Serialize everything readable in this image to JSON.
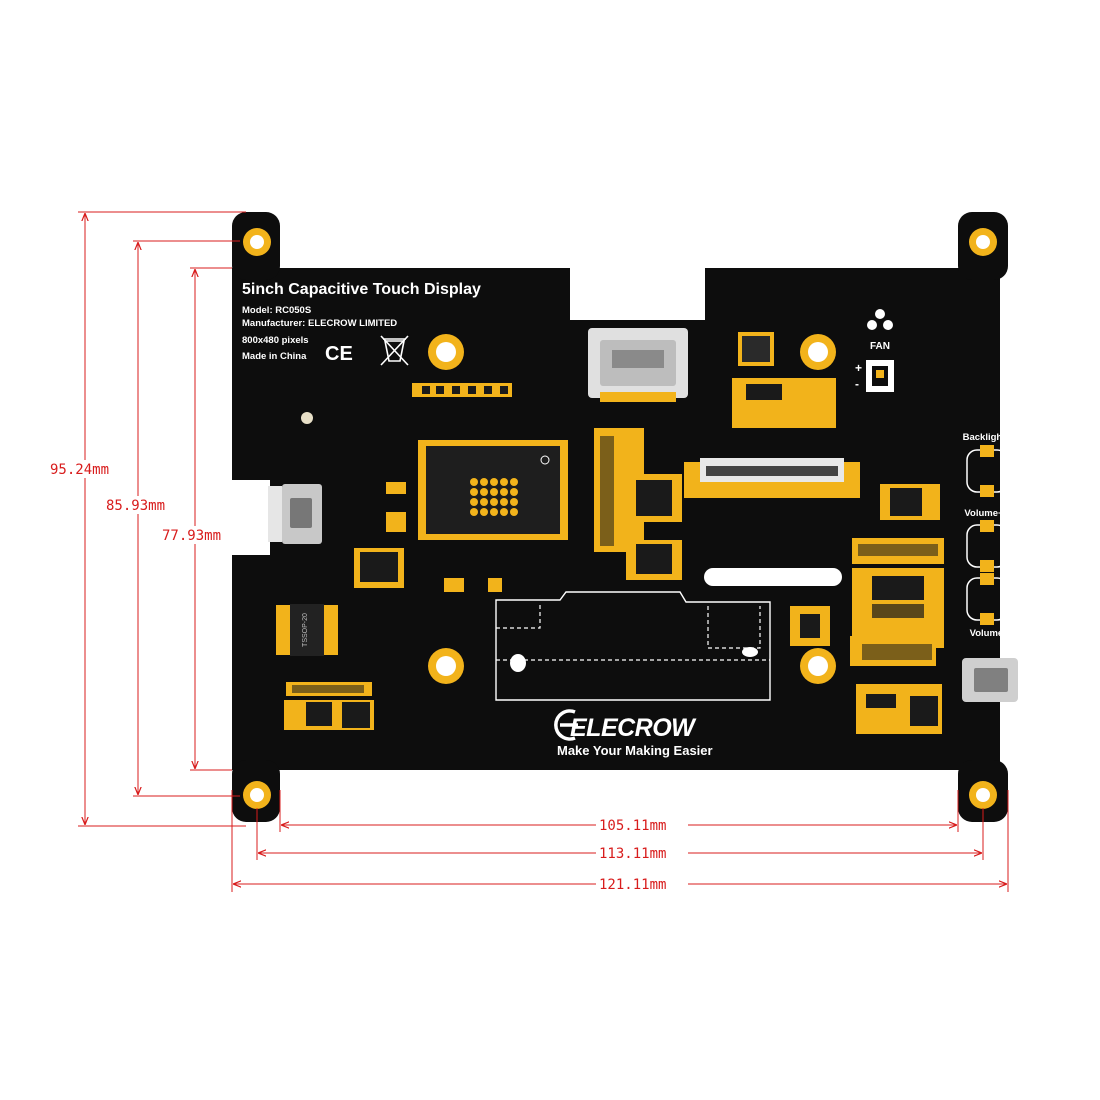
{
  "board": {
    "title": "5inch Capacitive Touch Display",
    "model": "Model:  RC050S",
    "manufacturer": "Manufacturer: ELECROW LIMITED",
    "resolution": "800x480 pixels",
    "origin": "Made in China",
    "ce_mark": "CE",
    "chip_label": "TSSOP-20",
    "fan_label": "FAN",
    "fan_plus": "+",
    "fan_minus": "-",
    "buttons": [
      "Backlight",
      "Volume+",
      "Volume-"
    ],
    "brand": "ELECROW",
    "slogan": "Make Your Making Easier"
  },
  "dimensions": {
    "vertical": [
      "95.24mm",
      "85.93mm",
      "77.93mm"
    ],
    "horizontal": [
      "105.11mm",
      "113.11mm",
      "121.11mm"
    ]
  },
  "colors": {
    "pcb": "#0d0d0d",
    "gold": "#f2b31b",
    "silkscreen": "#ffffff",
    "dimension_line": "#d81c1c"
  }
}
